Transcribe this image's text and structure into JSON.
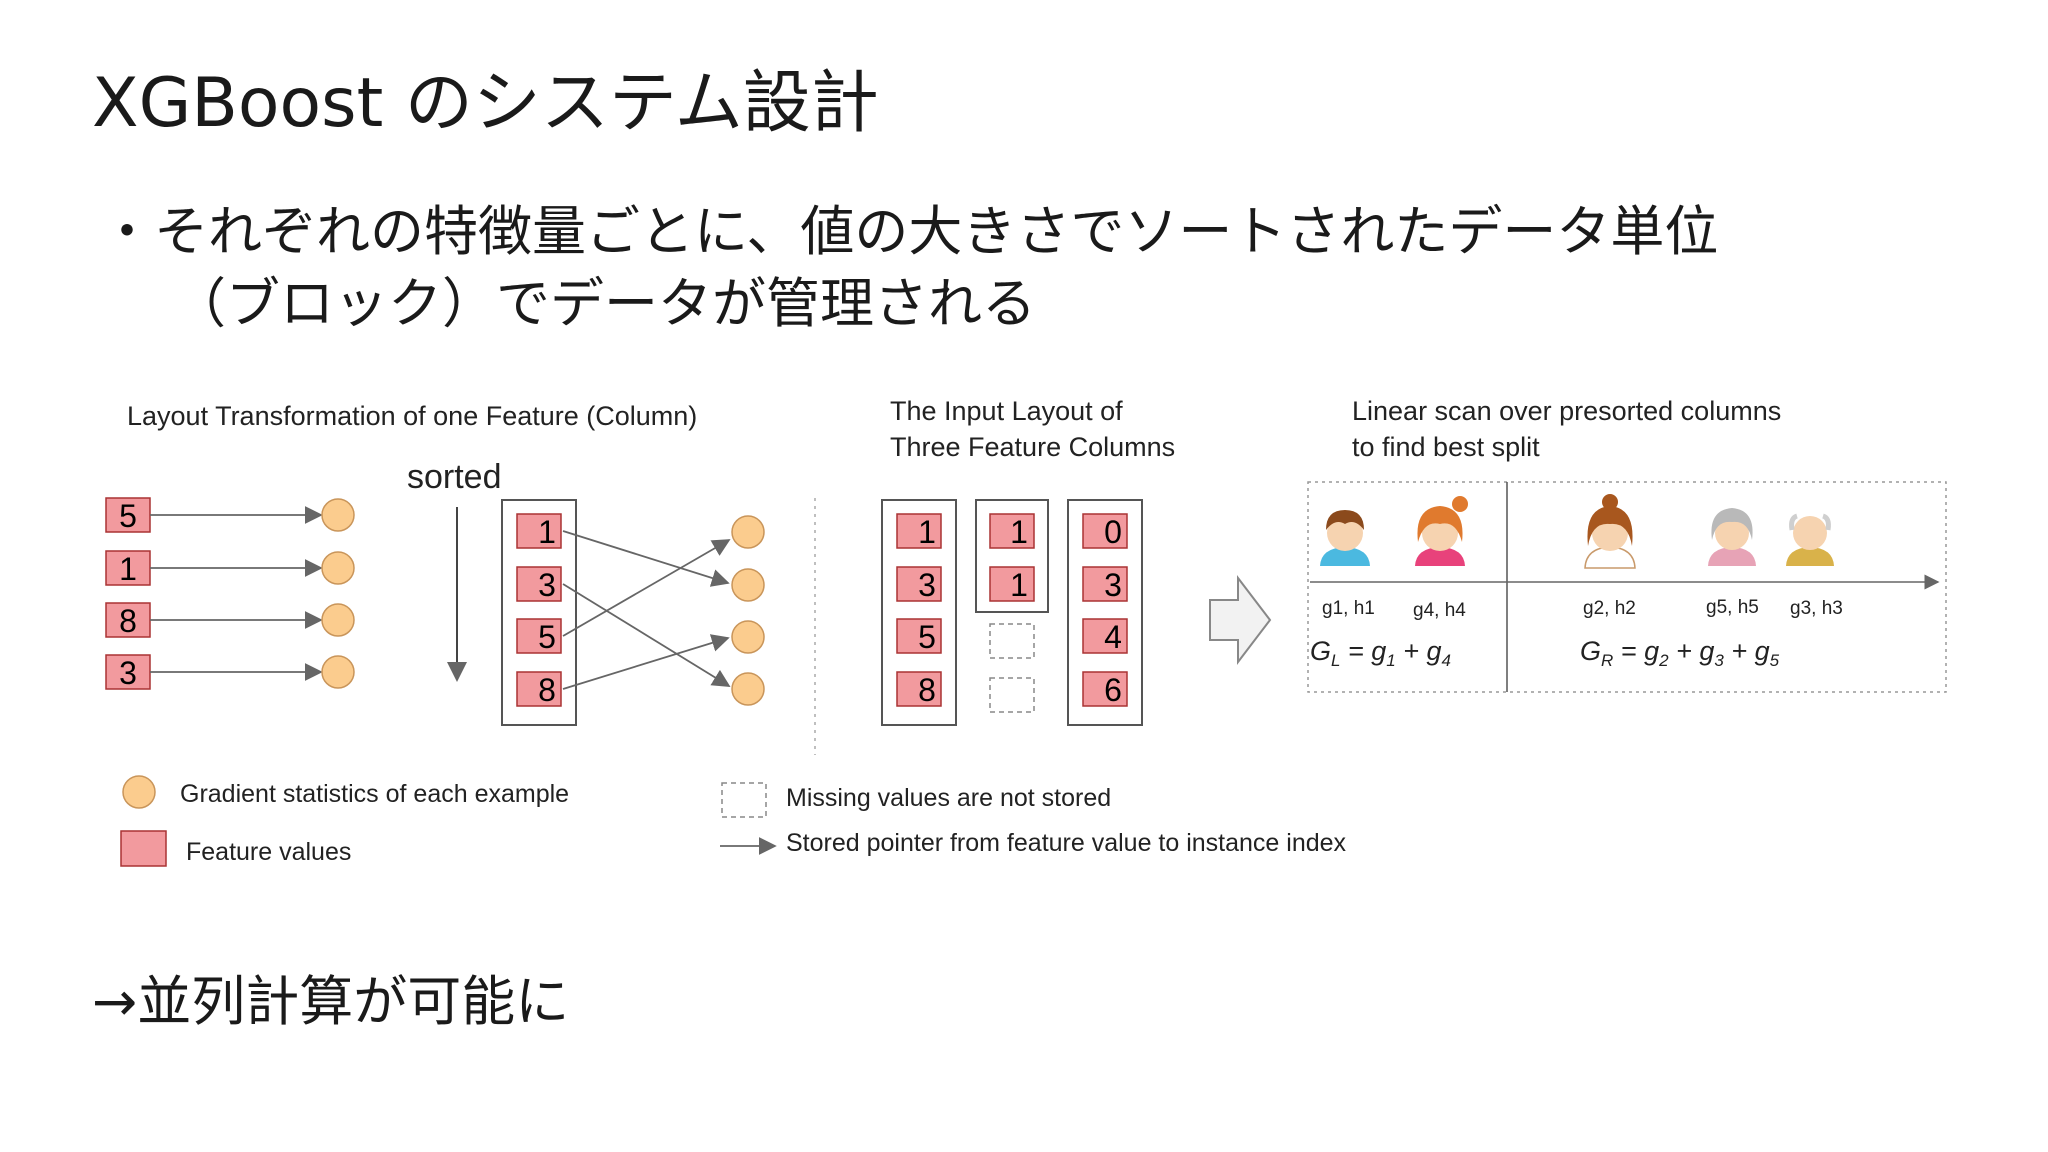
{
  "slide": {
    "title": "XGBoost のシステム設計",
    "bullet_line1": "・それぞれの特徴量ごとに、値の大きさでソートされたデータ単位",
    "bullet_line2": "（ブロック）でデータが管理される",
    "conclusion": "→並列計算が可能に"
  },
  "figure": {
    "panel1": {
      "title": "Layout Transformation of one Feature (Column)",
      "sorted_label": "sorted",
      "unsorted_values": [
        "5",
        "1",
        "8",
        "3"
      ],
      "sorted_values": [
        "1",
        "3",
        "5",
        "8"
      ]
    },
    "panel2": {
      "title_line1": "The Input Layout of",
      "title_line2": "Three Feature Columns",
      "column1": [
        "1",
        "3",
        "5",
        "8"
      ],
      "column2": [
        "1",
        "1"
      ],
      "column3": [
        "0",
        "3",
        "4",
        "6"
      ]
    },
    "panel3": {
      "title_line1": "Linear scan over presorted columns",
      "title_line2": "to find best split",
      "gh_labels": [
        "g1, h1",
        "g4, h4",
        "g2, h2",
        "g5, h5",
        "g3, h3"
      ],
      "gl_formula": "G_L = g_1 + g_4",
      "gr_formula": "G_R = g_2 + g_3 + g_5"
    },
    "legend": {
      "gradient": "Gradient statistics of each example",
      "feature": "Feature values",
      "missing": "Missing values are not stored",
      "pointer": "Stored pointer from feature value to instance index"
    },
    "colors": {
      "feature_box": "#f29a9e",
      "gradient_circle": "#fbcc8e",
      "person_skin": "#f6d3b0",
      "person_hair_boy": "#8b4a1c",
      "person_hair_girl": "#e07a2e"
    }
  }
}
